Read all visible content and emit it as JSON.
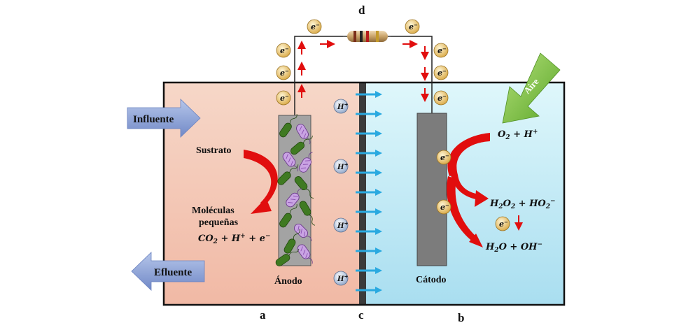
{
  "labels": {
    "influent": "Influente",
    "effluent": "Efluente",
    "substrate": "Sustrato",
    "small_molecules_1": "Moléculas",
    "small_molecules_2": "pequeñas",
    "anode": "Ánodo",
    "cathode": "Cátodo",
    "air": "Aire",
    "panel_a": "a",
    "panel_b": "b",
    "panel_c": "c",
    "panel_d": "d"
  },
  "equations": {
    "anode_products": [
      "CO",
      "2",
      " + H",
      "+",
      " + e",
      "−"
    ],
    "o2_h": [
      "O",
      "2",
      " + H",
      "+"
    ],
    "h2o2": [
      "H",
      "2",
      "O",
      "2",
      " + HO",
      "2",
      "−"
    ],
    "h2o": [
      "H",
      "2",
      "O  + OH",
      "−"
    ]
  },
  "electron": {
    "base": "e",
    "sup": "−"
  },
  "proton": {
    "base": "H",
    "sup": "+"
  },
  "colors": {
    "anode_chamber": "#f7d3c3",
    "cathode_chamber": "#d4f3f8",
    "membrane": "#3b3b3b",
    "proton_arrow": "#29a9e0",
    "red_arrow": "#e10e0e",
    "flow_arrow": "#8aa2d6",
    "air_arrow": "#86c43c",
    "electron": "#f2d58a"
  }
}
